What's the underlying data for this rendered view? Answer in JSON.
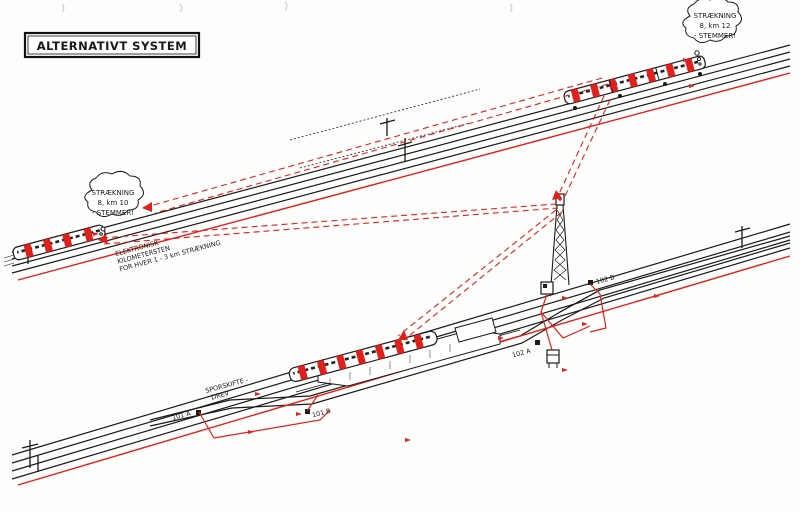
{
  "title": "ALTERNATIVT SYSTEM",
  "bubbles": {
    "right": [
      "STRÆKNING",
      "8, km 12",
      "- STEMMER!"
    ],
    "left": [
      "STRÆKNING",
      "8, km 10",
      "- STEMMER!"
    ]
  },
  "labels": {
    "beacon": [
      "ELEKTRONISK",
      "KILOMETERSTEN",
      "FOR HVER 1 - 3 km STRÆKNING"
    ],
    "point_machine": [
      "SPORSKIFTE -",
      "DREV"
    ],
    "s101a": "101 A",
    "s101b": "101 B",
    "s102a": "102 A",
    "s102b": "102 B"
  },
  "colors": {
    "ink": "#1a1a1a",
    "signal_red": "#e0201c",
    "paper": "#fdfdfb"
  }
}
